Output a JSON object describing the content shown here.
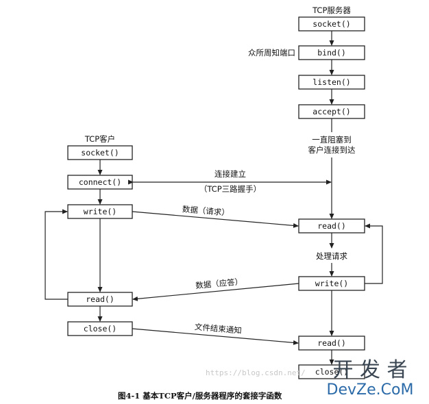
{
  "server": {
    "title": "TCP服务器",
    "socket": "socket()",
    "bind": "bind()",
    "bind_note": "众所周知端口",
    "listen": "listen()",
    "accept": "accept()",
    "block_note_1": "一直阻塞到",
    "block_note_2": "客户连接到达",
    "read1": "read()",
    "process_note": "处理请求",
    "write": "write()",
    "read2": "read()",
    "close": "close()"
  },
  "client": {
    "title": "TCP客户",
    "socket": "socket()",
    "connect": "connect()",
    "write": "write()",
    "read": "read()",
    "close": "close()"
  },
  "flows": {
    "connect_1": "连接建立",
    "connect_2": "（TCP三路握手）",
    "request": "数据（请求）",
    "reply": "数据（应答）",
    "eof": "文件结束通知"
  },
  "caption": "图4-1   基本TCP客户/服务器程序的套接字函数",
  "watermark": {
    "title": "开 发 者",
    "subtitle": "DevZe.CoM",
    "url": "https://blog.csdn.net/"
  }
}
